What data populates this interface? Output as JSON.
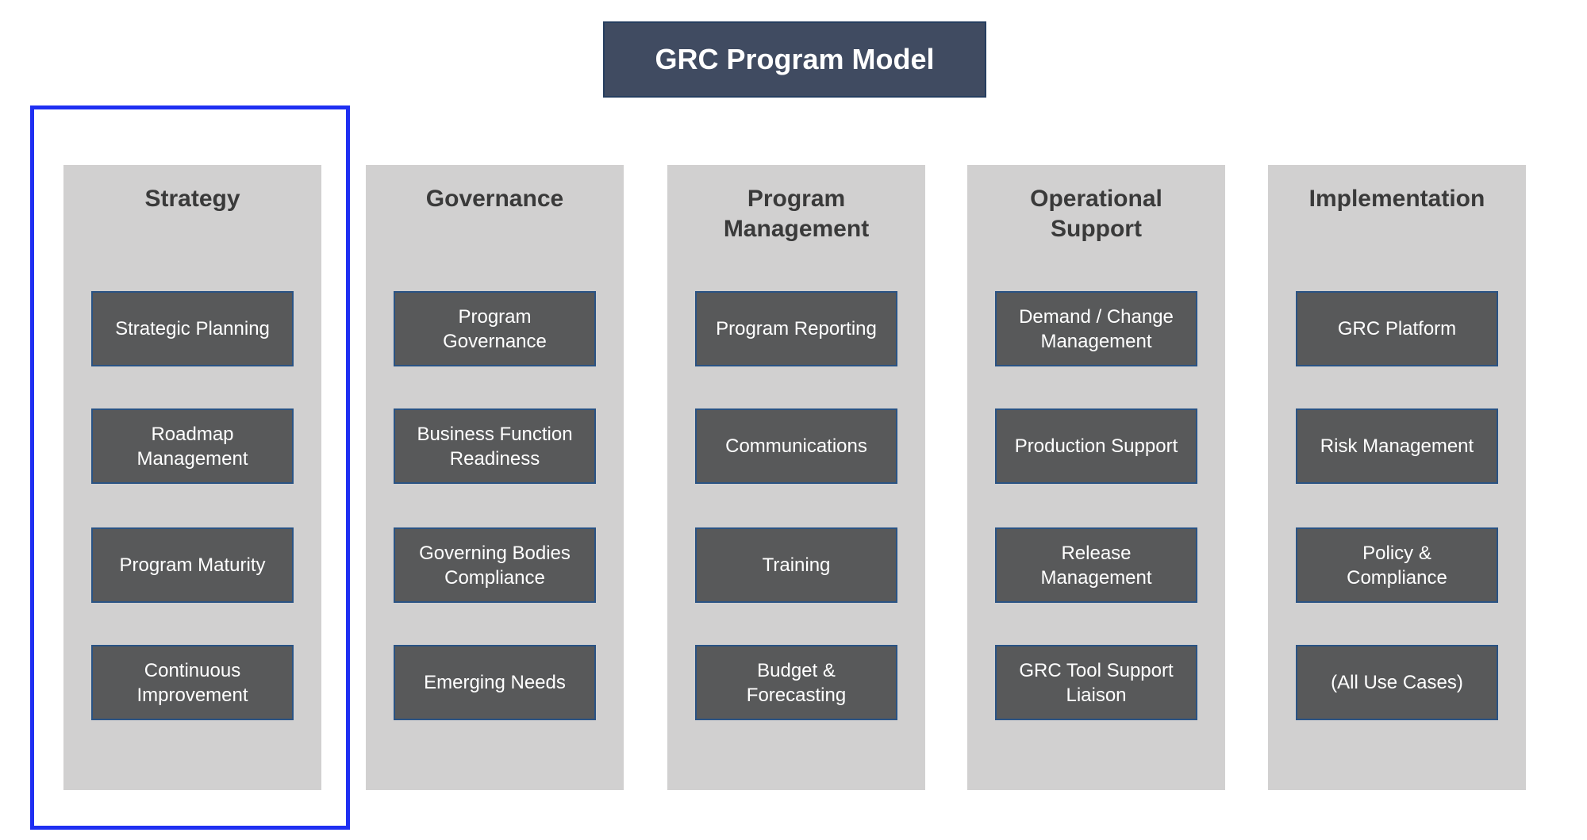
{
  "title": {
    "label": "GRC Program Model"
  },
  "colors": {
    "title_bg": "#404b61",
    "title_border": "#263e5f",
    "column_bg": "#d1d0d0",
    "box_bg": "#58595a",
    "box_border": "#2a5384",
    "heading_text": "#3a3a3a",
    "box_text": "#ffffff",
    "selection_border": "#1f2ff2",
    "page_bg": "#ffffff"
  },
  "selection": {
    "selected_column": "Strategy"
  },
  "columns": [
    {
      "id": "strategy",
      "selected": true,
      "heading": {
        "label": "Strategy",
        "lines": [
          "Strategy"
        ]
      },
      "items": [
        {
          "label": "Strategic Planning",
          "lines": [
            "Strategic Planning"
          ]
        },
        {
          "label": "Roadmap Management",
          "lines": [
            "Roadmap",
            "Management"
          ]
        },
        {
          "label": "Program Maturity",
          "lines": [
            "Program Maturity"
          ]
        },
        {
          "label": "Continuous Improvement",
          "lines": [
            "Continuous",
            "Improvement"
          ]
        }
      ]
    },
    {
      "id": "governance",
      "selected": false,
      "heading": {
        "label": "Governance",
        "lines": [
          "Governance"
        ]
      },
      "items": [
        {
          "label": "Program Governance",
          "lines": [
            "Program",
            "Governance"
          ]
        },
        {
          "label": "Business Function Readiness",
          "lines": [
            "Business Function",
            "Readiness"
          ]
        },
        {
          "label": "Governing Bodies Compliance",
          "lines": [
            "Governing Bodies",
            "Compliance"
          ]
        },
        {
          "label": "Emerging Needs",
          "lines": [
            "Emerging Needs"
          ]
        }
      ]
    },
    {
      "id": "program-management",
      "selected": false,
      "heading": {
        "label": "Program Management",
        "lines": [
          "Program",
          "Management"
        ]
      },
      "items": [
        {
          "label": "Program Reporting",
          "lines": [
            "Program Reporting"
          ]
        },
        {
          "label": "Communications",
          "lines": [
            "Communications"
          ]
        },
        {
          "label": "Training",
          "lines": [
            "Training"
          ]
        },
        {
          "label": "Budget & Forecasting",
          "lines": [
            "Budget &",
            "Forecasting"
          ]
        }
      ]
    },
    {
      "id": "operational-support",
      "selected": false,
      "heading": {
        "label": "Operational Support",
        "lines": [
          "Operational",
          "Support"
        ]
      },
      "items": [
        {
          "label": "Demand / Change Management",
          "lines": [
            "Demand / Change",
            "Management"
          ]
        },
        {
          "label": "Production Support",
          "lines": [
            "Production Support"
          ]
        },
        {
          "label": "Release Management",
          "lines": [
            "Release",
            "Management"
          ]
        },
        {
          "label": "GRC Tool Support Liaison",
          "lines": [
            "GRC Tool Support",
            "Liaison"
          ]
        }
      ]
    },
    {
      "id": "implementation",
      "selected": false,
      "heading": {
        "label": "Implementation",
        "lines": [
          "Implementation"
        ]
      },
      "items": [
        {
          "label": "GRC Platform",
          "lines": [
            "GRC Platform"
          ]
        },
        {
          "label": "Risk Management",
          "lines": [
            "Risk Management"
          ]
        },
        {
          "label": "Policy & Compliance",
          "lines": [
            "Policy &",
            "Compliance"
          ]
        },
        {
          "label": "(All Use Cases)",
          "lines": [
            "(All Use Cases)"
          ]
        }
      ]
    }
  ]
}
